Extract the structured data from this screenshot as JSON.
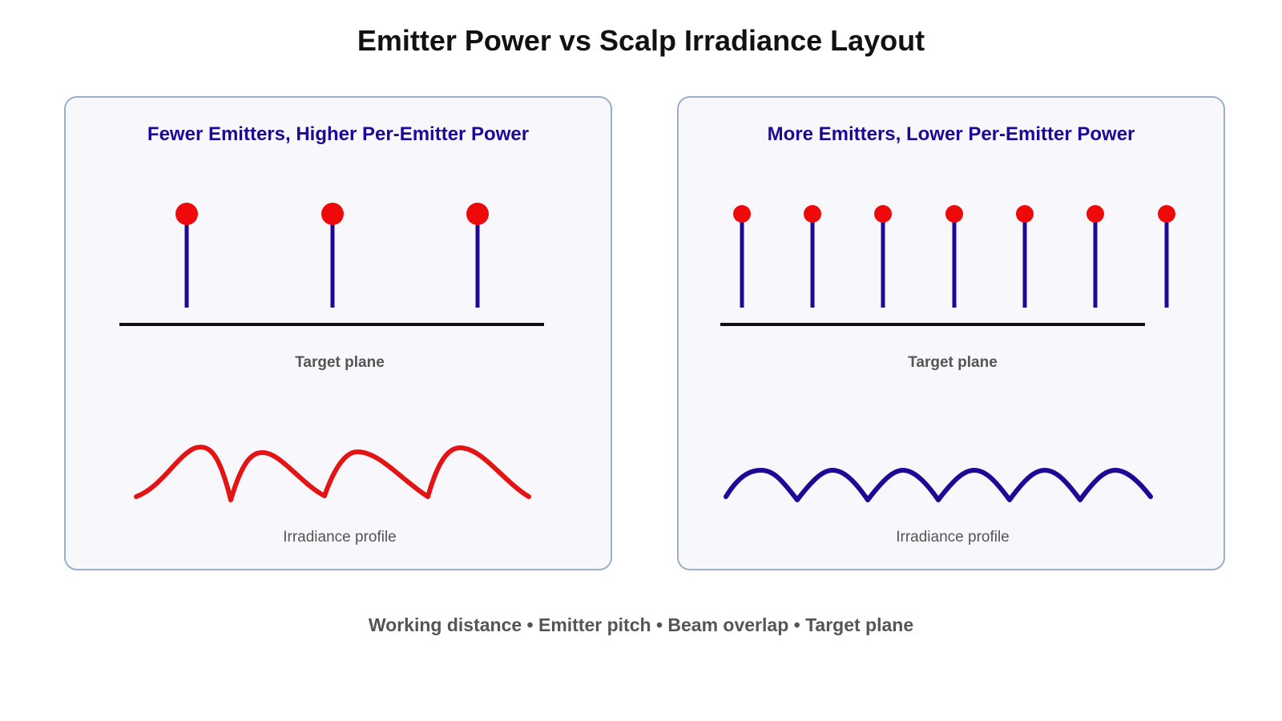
{
  "title": "Emitter Power vs Scalp Irradiance Layout",
  "footer": "Working distance • Emitter pitch • Beam overlap • Target plane",
  "colors": {
    "emitter_head": "#ee0a0a",
    "emitter_stem": "#1c0a96",
    "plane": "#111111",
    "panel_border": "#9ab0c8",
    "profile_left": "#e31414",
    "profile_right": "#1c0a96"
  },
  "panels": [
    {
      "title": "Fewer Emitters, Higher Per-Emitter Power",
      "emitter_count": 3,
      "emitter_power": "higher",
      "plane_label": "Target plane",
      "profile_label": "Irradiance profile"
    },
    {
      "title": "More Emitters, Lower Per-Emitter Power",
      "emitter_count": 7,
      "emitter_power": "lower",
      "plane_label": "Target plane",
      "profile_label": "Irradiance profile"
    }
  ]
}
